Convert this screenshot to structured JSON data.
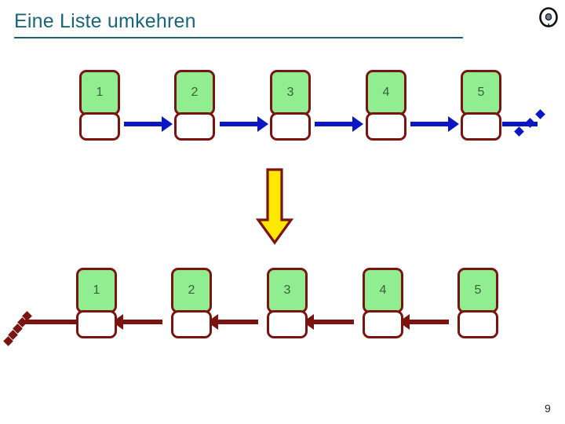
{
  "slide": {
    "title": "Eine Liste umkehren",
    "page_number": "9",
    "logo_icon": "compass-disc-logo-icon",
    "accent_color": "#1d6377",
    "node_value_fill": "#90ee90",
    "node_border_color": "#7b1410",
    "forward_arrow_color": "#0b16c4",
    "backward_arrow_color": "#7b1410",
    "down_arrow_fill": "#ffe800",
    "down_arrow_stroke": "#7b1410"
  },
  "diagram": {
    "rows": [
      {
        "name": "original-list",
        "direction": "forward",
        "arrow_color": "#0b16c4",
        "terminator": "null-dotted-diagonal",
        "terminator_side": "right",
        "nodes": [
          {
            "value": "1"
          },
          {
            "value": "2"
          },
          {
            "value": "3"
          },
          {
            "value": "4"
          },
          {
            "value": "5"
          }
        ]
      },
      {
        "name": "reversed-list",
        "direction": "backward",
        "arrow_color": "#7b1410",
        "terminator": "null-dotted-diagonal",
        "terminator_side": "left",
        "nodes": [
          {
            "value": "1"
          },
          {
            "value": "2"
          },
          {
            "value": "3"
          },
          {
            "value": "4"
          },
          {
            "value": "5"
          }
        ]
      }
    ],
    "transform_arrow": {
      "name": "reverse-operation-arrow",
      "direction": "down"
    }
  }
}
